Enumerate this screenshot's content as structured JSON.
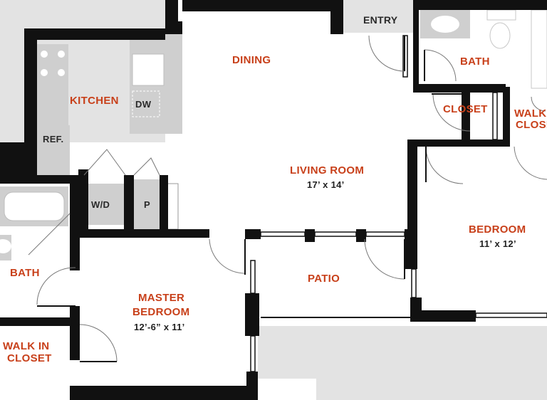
{
  "colors": {
    "wall": "#111111",
    "room_label": "#c8401a",
    "fixture_fill": "#cfcfcf",
    "exterior_fill": "#e3e3e3",
    "background": "#ffffff"
  },
  "rooms": {
    "dining": "DINING",
    "kitchen": "KITCHEN",
    "entry": "ENTRY",
    "bath_top": "BATH",
    "closet": "CLOSET",
    "walk_closet_line1": "WALK",
    "walk_closet_line2": "CLOSE",
    "living_room": "LIVING ROOM",
    "living_room_dim": "17’ x 14’",
    "bedroom": "BEDROOM",
    "bedroom_dim": "11’ x 12’",
    "patio": "PATIO",
    "master_line1": "MASTER",
    "master_line2": "BEDROOM",
    "master_dim": "12’-6” x 11’",
    "bath_left": "BATH",
    "walk_in_line1": "WALK IN",
    "walk_in_line2": "CLOSET"
  },
  "fixtures": {
    "dishwasher": "DW",
    "refrigerator": "REF.",
    "washer_dryer": "W/D",
    "pantry": "P"
  }
}
